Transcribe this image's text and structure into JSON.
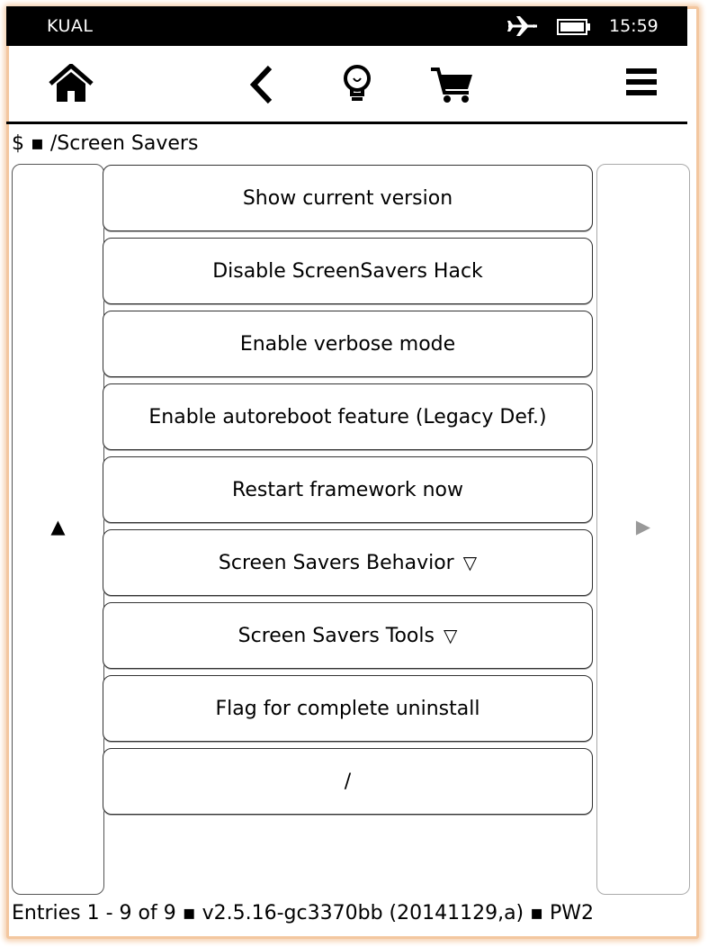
{
  "status_bar": {
    "title": "KUAL",
    "clock": "15:59",
    "icons": [
      "airplane-icon",
      "battery-icon"
    ]
  },
  "toolbar": {
    "icons": [
      "home-icon",
      "back-icon",
      "lightbulb-icon",
      "cart-icon",
      "menu-icon"
    ]
  },
  "path": "$ ▪ /Screen Savers",
  "nav": {
    "left_arrow": "▲",
    "right_arrow": "▶"
  },
  "menu_items": [
    {
      "label": "Show current version",
      "caret": ""
    },
    {
      "label": "Disable ScreenSavers Hack",
      "caret": ""
    },
    {
      "label": "Enable verbose mode",
      "caret": ""
    },
    {
      "label": "Enable autoreboot feature (Legacy Def.)",
      "caret": ""
    },
    {
      "label": "Restart framework now",
      "caret": ""
    },
    {
      "label": "Screen Savers Behavior",
      "caret": "▽"
    },
    {
      "label": "Screen Savers Tools",
      "caret": "▽"
    },
    {
      "label": "Flag for complete uninstall",
      "caret": ""
    },
    {
      "label": "/",
      "caret": ""
    }
  ],
  "footer": "Entries 1 - 9 of 9 ▪ v2.5.16-gc3370bb (20141129,a) ▪ PW2"
}
